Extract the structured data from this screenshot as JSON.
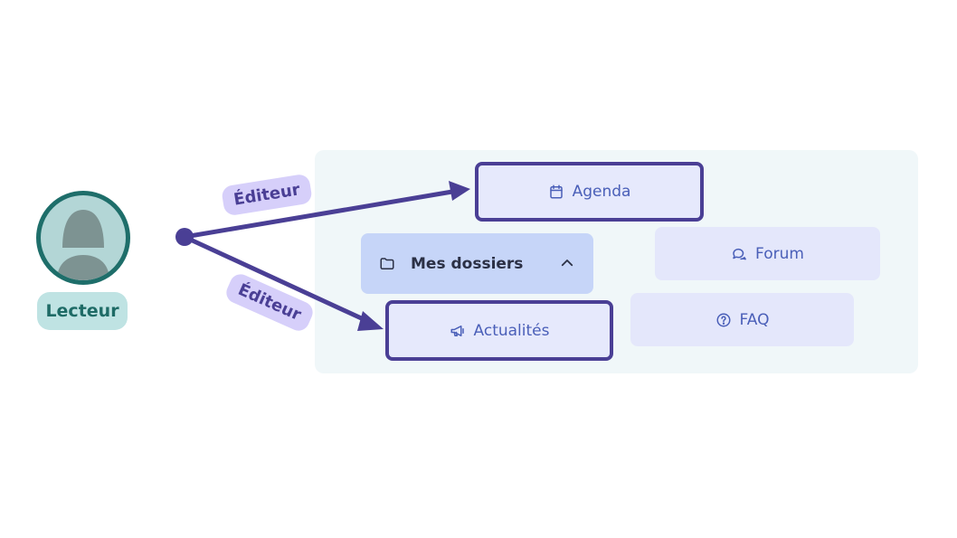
{
  "user": {
    "role": "Lecteur"
  },
  "edges": [
    {
      "label": "Éditeur",
      "target": "Agenda"
    },
    {
      "label": "Éditeur",
      "target": "Actualités"
    }
  ],
  "menu": {
    "agenda": {
      "label": "Agenda",
      "icon": "calendar-icon"
    },
    "folders": {
      "label": "Mes dossiers",
      "icon": "folder-icon",
      "state_icon": "chevron-up-icon"
    },
    "forum": {
      "label": "Forum",
      "icon": "chat-bubbles-icon"
    },
    "news": {
      "label": "Actualités",
      "icon": "megaphone-icon"
    },
    "faq": {
      "label": "FAQ",
      "icon": "question-circle-icon"
    }
  },
  "colors": {
    "arrow": "#4a3f95",
    "highlight_border": "#4a3f95",
    "tile": "#e4e7fb",
    "folder_tile": "#c6d5f8",
    "role_badge": "#bfe3e3",
    "edge_label": "#d6cffa",
    "avatar_ring": "#1e6e6a"
  }
}
